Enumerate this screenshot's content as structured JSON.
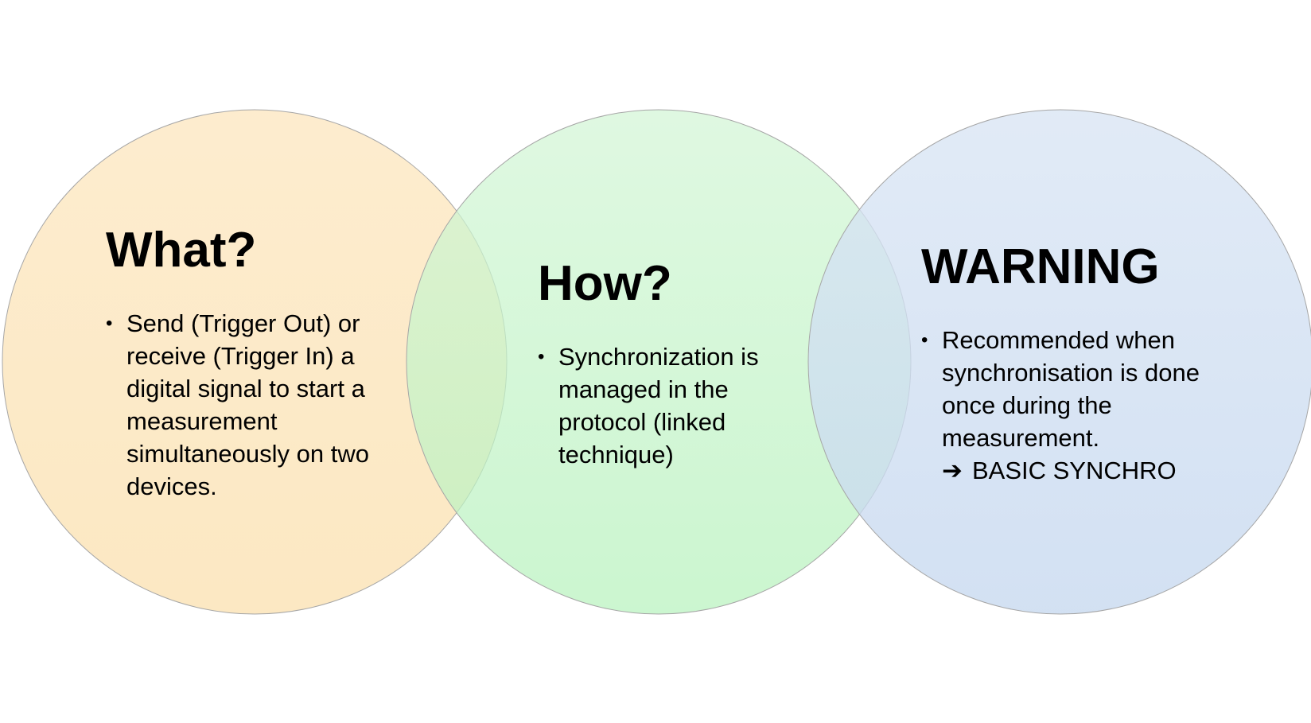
{
  "colors": {
    "what_fill_top": "#fde9c6",
    "what_fill_bottom": "#fbe4b8",
    "how_fill_top": "#d3f6d6",
    "how_fill_bottom": "#b7f2bd",
    "warning_fill_top": "#d9e5f4",
    "warning_fill_bottom": "#c6d8ef",
    "circle_stroke": "#a6a6a6",
    "text": "#000000"
  },
  "circles": [
    {
      "id": "what",
      "heading": "What?",
      "bullets": [
        "Send (Trigger Out) or receive (Trigger In) a digital signal to start a measurement simultaneously on two devices."
      ]
    },
    {
      "id": "how",
      "heading": "How?",
      "bullets": [
        "Synchronization is managed in the protocol (linked technique)"
      ]
    },
    {
      "id": "warning",
      "heading": "WARNING",
      "bullets": [
        "Recommended when synchronisation is done once during the measurement."
      ],
      "arrow_icon": "right-arrow-icon",
      "arrow_text": "BASIC SYNCHRO"
    }
  ]
}
